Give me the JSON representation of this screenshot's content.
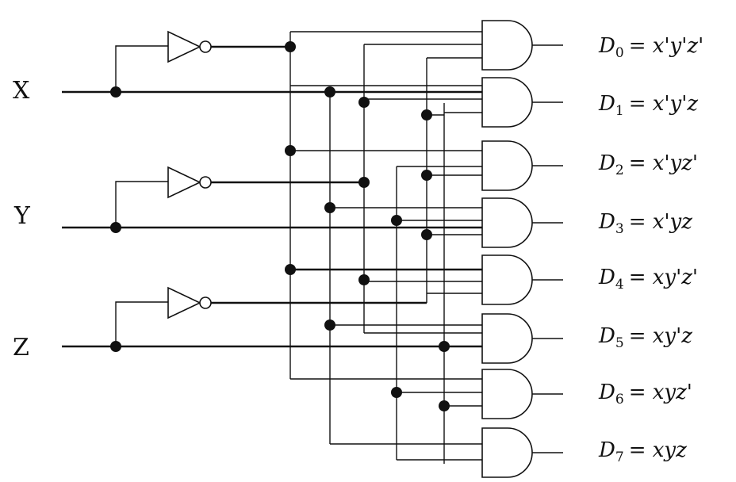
{
  "inputs": [
    {
      "label": "X"
    },
    {
      "label": "Y"
    },
    {
      "label": "Z"
    }
  ],
  "outputs": [
    {
      "name": "D",
      "sub": "0",
      "expr": "= x'y'z'"
    },
    {
      "name": "D",
      "sub": "1",
      "expr": "= x'y'z"
    },
    {
      "name": "D",
      "sub": "2",
      "expr": "= x'yz'"
    },
    {
      "name": "D",
      "sub": "3",
      "expr": "= x'yz"
    },
    {
      "name": "D",
      "sub": "4",
      "expr": "= xy'z'"
    },
    {
      "name": "D",
      "sub": "5",
      "expr": "= xy'z"
    },
    {
      "name": "D",
      "sub": "6",
      "expr": "= xyz'"
    },
    {
      "name": "D",
      "sub": "7",
      "expr": "= xyz"
    }
  ]
}
